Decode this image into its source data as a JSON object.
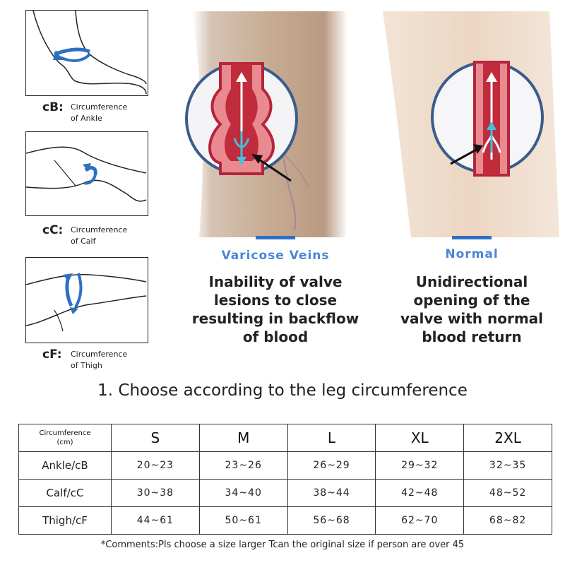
{
  "measurements": [
    {
      "code": "cB:",
      "line1": "Circumference",
      "line2": "of Ankle"
    },
    {
      "code": "cC:",
      "line1": "Circumference",
      "line2": "of Calf"
    },
    {
      "code": "cF:",
      "line1": "Circumference",
      "line2": "of Thigh"
    }
  ],
  "comparison": {
    "varicose": {
      "label": "Varicose Veins",
      "lines": [
        "Inability of valve",
        "lesions to close",
        "resulting in backflow",
        "of blood"
      ]
    },
    "normal": {
      "label": "Normal",
      "lines": [
        "Unidirectional",
        "opening of the",
        "valve with normal",
        "blood return"
      ]
    }
  },
  "heading": "1. Choose according to the leg circumference",
  "size_table": {
    "corner": [
      "Circumference",
      "(cm)"
    ],
    "sizes": [
      "S",
      "M",
      "L",
      "XL",
      "2XL"
    ],
    "rows": [
      {
        "label": "Ankle/cB",
        "values": [
          "20~23",
          "23~26",
          "26~29",
          "29~32",
          "32~35"
        ]
      },
      {
        "label": "Calf/cC",
        "values": [
          "30~38",
          "34~40",
          "38~44",
          "42~48",
          "48~52"
        ]
      },
      {
        "label": "Thigh/cF",
        "values": [
          "44~61",
          "50~61",
          "56~68",
          "62~70",
          "68~82"
        ]
      }
    ]
  },
  "comment": "*Comments:Pls choose a size larger Tcan the original size if person are over 45",
  "colors": {
    "accent_blue": "#4a86d8",
    "bar_blue": "#2e6fc4",
    "vein_red": "#b5243a"
  }
}
